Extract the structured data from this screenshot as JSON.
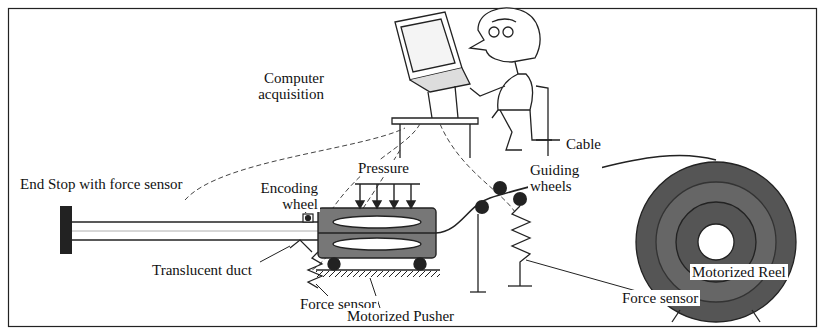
{
  "diagram": {
    "labels": [
      "Computer acquisition",
      "Encoding wheel",
      "Pressure",
      "Cable",
      "Guiding wheels",
      "End Stop with force sensor",
      "Translucent duct",
      "Force sensor",
      "Motorized Pusher",
      "Force sensor",
      "Motorized Reel"
    ]
  }
}
